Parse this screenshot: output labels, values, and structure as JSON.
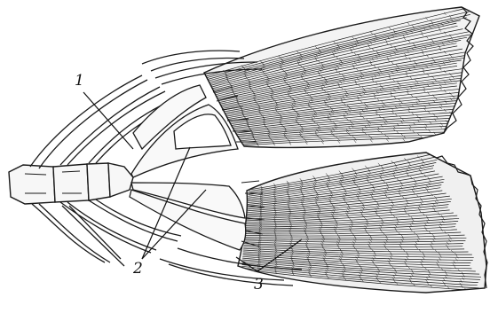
{
  "figure": {
    "labels": [
      {
        "id": "label-1",
        "text": "1"
      },
      {
        "id": "label-2",
        "text": "2"
      },
      {
        "id": "label-3",
        "text": "3"
      }
    ],
    "ink_color": "#1a1a1a"
  }
}
